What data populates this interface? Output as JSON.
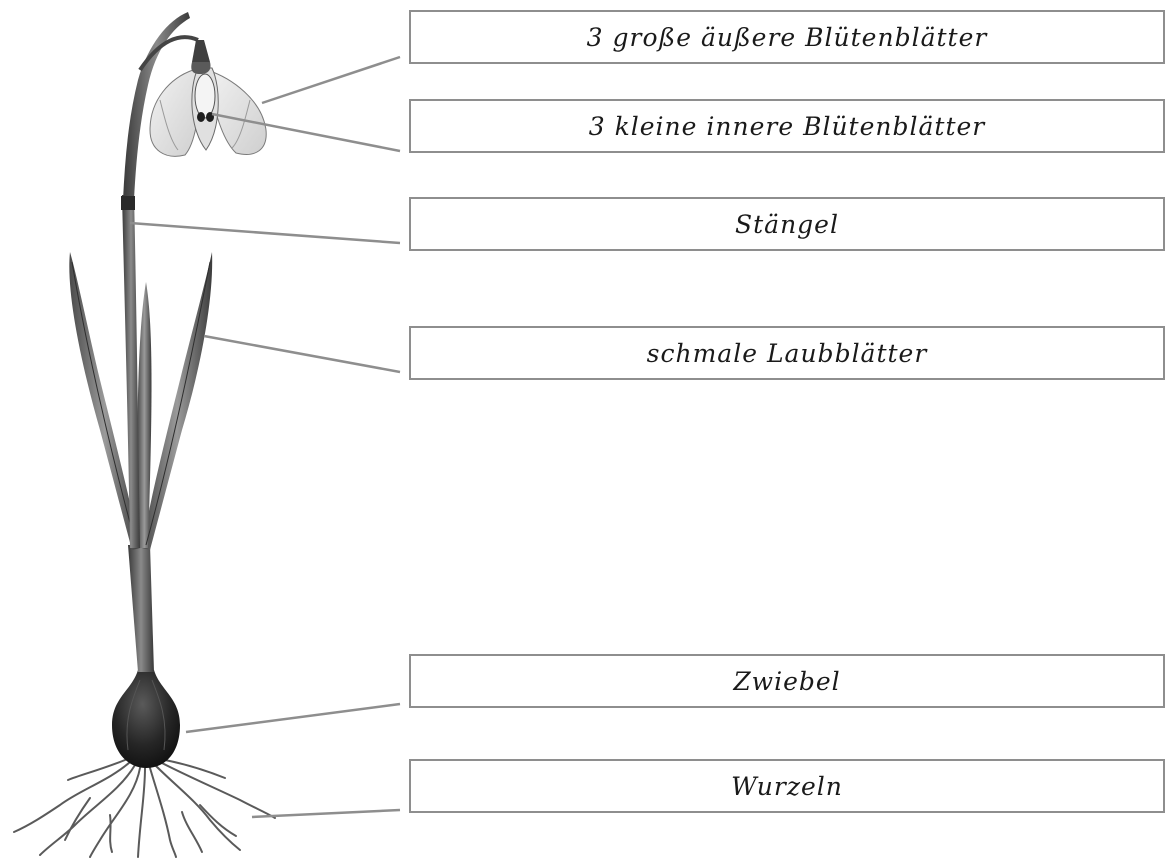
{
  "labels": {
    "outer_petals": "3 große äußere Blütenblätter",
    "inner_petals": "3 kleine innere Blütenblätter",
    "stem": "Stängel",
    "leaves": "schmale Laubblätter",
    "bulb": "Zwiebel",
    "roots": "Wurzeln"
  },
  "colors": {
    "box_border": "#8e8e8e",
    "leader_line": "#8e8e8e",
    "plant_dark": "#2a2a2a",
    "plant_mid": "#6b6b6b",
    "petal": "#e6e6e6"
  }
}
